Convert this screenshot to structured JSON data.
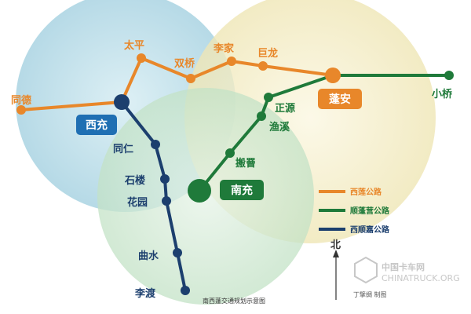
{
  "colors": {
    "orange": "#e8872a",
    "green": "#1f7a3a",
    "navy": "#1c3f6e",
    "zone_blue": "#bfe0ea",
    "zone_yellow": "#f7f0c8",
    "zone_green": "#d6ecd8",
    "badge_blue": "#1f6fb3",
    "badge_orange": "#e8872a",
    "badge_green": "#1f7a3a"
  },
  "stations": {
    "tongde": "同德",
    "taiping": "太平",
    "shuangqiao": "双桥",
    "lijia": "李家",
    "julong": "巨龙",
    "xiaoqiao": "小桥",
    "zhengyuan": "正源",
    "yuxi": "渔溪",
    "banzhe": "搬罾",
    "tongren": "同仁",
    "shilou": "石楼",
    "huayuan": "花园",
    "qushui": "曲水",
    "lidu": "李渡"
  },
  "hubs": {
    "xichong": "西充",
    "pengan": "蓬安",
    "nanchong": "南充"
  },
  "legend": [
    {
      "label": "西莲公路",
      "color": "#e8872a"
    },
    {
      "label": "顺蓬营公路",
      "color": "#1f7a3a"
    },
    {
      "label": "西顺嘉公路",
      "color": "#1c3f6e"
    }
  ],
  "north_label": "北",
  "caption": "南西蓬交通规划示意图",
  "credit": "丁擘绸 制图",
  "watermark": {
    "name": "中国卡车网",
    "domain": "CHINATRUCK.ORG"
  }
}
